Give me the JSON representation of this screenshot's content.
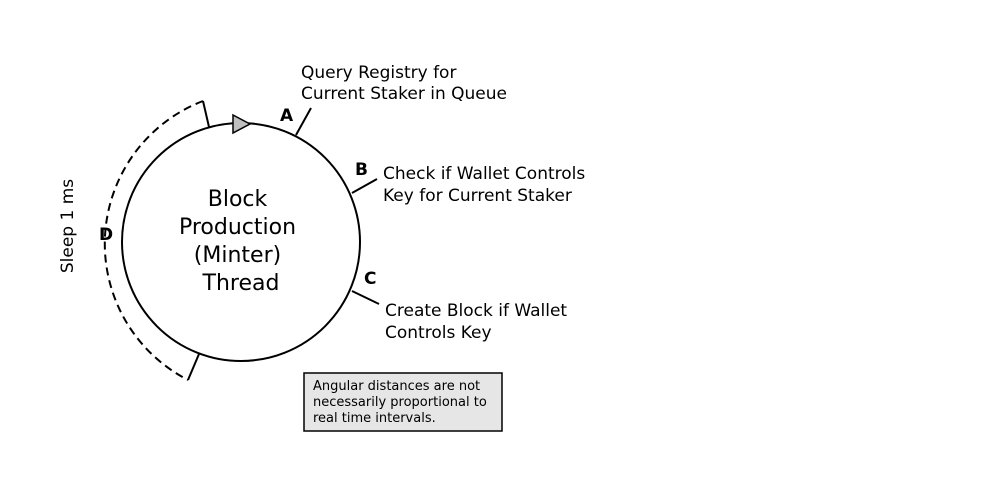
{
  "center_label": [
    "Block",
    "Production",
    "(Minter)",
    "Thread"
  ],
  "steps": {
    "A": {
      "letter": "A",
      "lines": [
        "Query Registry for",
        "Current Staker in Queue"
      ]
    },
    "B": {
      "letter": "B",
      "lines": [
        "Check if Wallet Controls",
        "Key for Current Staker"
      ]
    },
    "C": {
      "letter": "C",
      "lines": [
        "Create Block if Wallet",
        "Controls Key"
      ]
    },
    "D": {
      "letter": "D",
      "lines": [
        "Sleep 1 ms"
      ]
    }
  },
  "note": [
    "Angular distances are not",
    "necessarily proportional to",
    "real time intervals."
  ],
  "colors": {
    "stroke": "#000000",
    "note_fill": "#e6e6e6",
    "arrow_fill": "#bfbfbf"
  }
}
